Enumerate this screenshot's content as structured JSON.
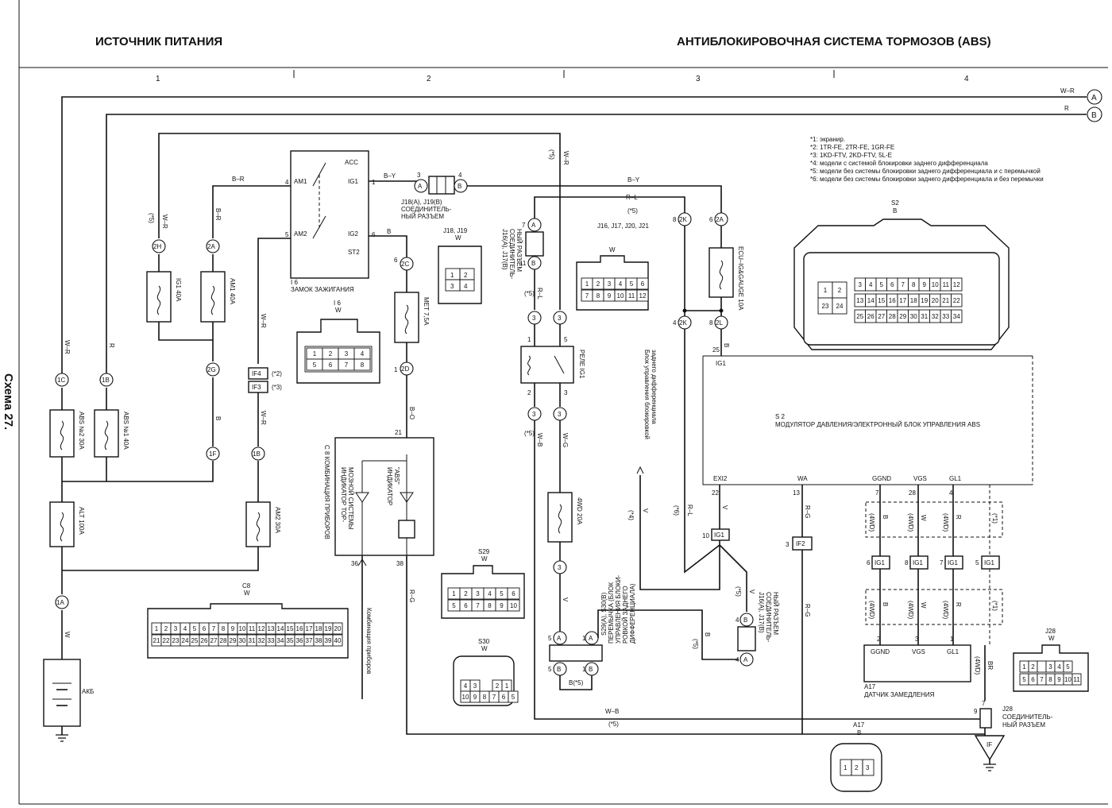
{
  "header": {
    "left_title": "ИСТОЧНИК ПИТАНИЯ",
    "right_title": "АНТИБЛОКИРОВОЧНАЯ СИСТЕМА ТОРМОЗОВ (ABS)",
    "columns": [
      "1",
      "2",
      "3",
      "4"
    ],
    "side_label": "Схема 27."
  },
  "notes": [
    "*1: экранир.",
    "*2: 1TR-FE, 2TR-FE, 1GR-FE",
    "*3: 1KD-FTV, 2KD-FTV, 5L-E",
    "*4: модели с системой блокировки заднего дифференциала",
    "*5: модели без системы блокировки заднего дифференциала и с перемычкой",
    "*6: модели без системы блокировки заднего дифференциала и без перемычки"
  ],
  "connectors": {
    "A": "A",
    "B": "B",
    "wire_A": "W–R",
    "wire_B": "R"
  },
  "fuses": {
    "ig1": "IG1 40A",
    "am1": "AM1 40A",
    "abs2": "ABS №2 30A",
    "abs1": "ABS №1 40A",
    "alt": "ALT 100A",
    "am2": "AM2 30A",
    "met": "MET 7,5A",
    "wd4": "4WD 20A",
    "ecu": "ECU–IG&GAUGE 10A"
  },
  "components": {
    "battery": "АКБ",
    "ign_switch_id": "I 6",
    "ign_switch_name": "ЗАМОК ЗАЖИГАНИЯ",
    "ign_acc": "ACC",
    "ign_am1": "AM1",
    "ign_ig1": "IG1",
    "ign_am2": "AM2",
    "ign_ig2": "IG2",
    "ign_st2": "ST2",
    "j18_label": "J18(A), J19(B) СОЕДИНИТЕЛЬ- НЫЙ РАЗЪЕМ",
    "j16_label": "J16(A), J17(B) СОЕДИНИТЕЛЬ- НЫЙ РАЗЪЕМ",
    "relay_label": "РЕЛЕ IG1",
    "abs_id": "S 2",
    "abs_name": "МОДУЛЯТОР ДАВЛЕНИЯ/ЭЛЕКТРОННЫЙ БЛОК УПРАВЛЕНИЯ ABS",
    "abs_ig1": "IG1",
    "abs_exi2": "EXI2",
    "abs_wa": "WA",
    "abs_ggnd": "GGND",
    "abs_vgs": "VGS",
    "abs_gl1": "GL1",
    "c8_label": "C 8 КОМБИНАЦИЯ ПРИБОРОВ",
    "c8_brake": "ИНДИКАТОР ТОР- МОЗНОЙ СИСТЕМЫ",
    "c8_abs": "ИНДИКАТОР \"ABS\"",
    "combo_text": "Комбинация приборов",
    "diff_text": "Блок управления блокировкой заднего дифференциала",
    "s29_label": "S29(A), S30(B) ПЕРЕМЫЧКА (БЛОК УПРАВЛЕНИЯ БЛОКИ- РОВКОЙ ЗАДНЕГО ДИФФЕРЕНЦИАЛА)",
    "a17_id": "A17",
    "a17_name": "ДАТЧИК ЗАМЕДЛЕНИЯ",
    "j28_id": "J28",
    "j28_name": "СОЕДИНИТЕЛЬ- НЫЙ РАЗЪЕМ",
    "if_label": "IF"
  },
  "views": {
    "s2": "S2",
    "s2_color": "B",
    "i6": "I 6",
    "i6_color": "W",
    "j18": "J18, J19",
    "j18_color": "W",
    "j16": "J16, J17, J20, J21",
    "j16_color": "W",
    "c8": "C8",
    "c8_color": "W",
    "s29": "S29",
    "s29_color": "W",
    "s30": "S30",
    "s30_color": "W",
    "a17": "A17",
    "a17_color": "B",
    "j28": "J28",
    "j28_color": "W"
  }
}
